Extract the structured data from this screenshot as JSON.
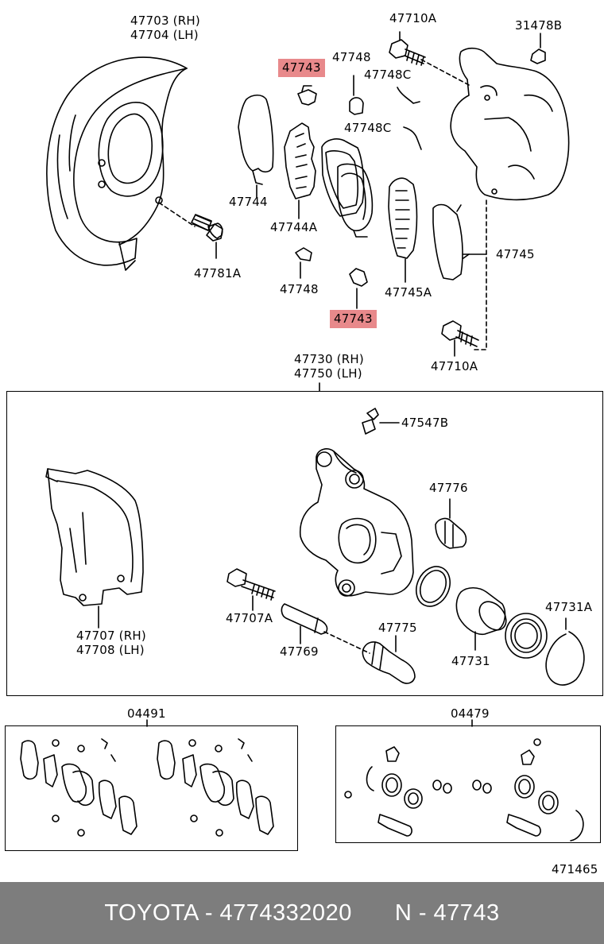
{
  "callouts": {
    "shield_code": "47703 (RH)",
    "shield_code_lh": "47704 (LH)",
    "bolt_47710a_top": "47710A",
    "plug_31478b": "31478B",
    "clip_47743_top": "47743",
    "spring_47748_top": "47748",
    "spring_47748c_a": "47748C",
    "spring_47748c_b": "47748C",
    "shim_47744": "47744",
    "shim_47744a": "47744A",
    "bolt_47781a": "47781A",
    "spring_47748_bottom": "47748",
    "clip_47743_bottom": "47743",
    "shim_47745a": "47745A",
    "shim_47745": "47745",
    "bolt_47710a_bottom": "47710A",
    "caliper_rh": "47730 (RH)",
    "caliper_lh": "47750 (LH)",
    "bleeder_47547b": "47547B",
    "boot_47776": "47776",
    "mounting_rh": "47707 (RH)",
    "mounting_lh": "47708 (LH)",
    "bolt_47707a": "47707A",
    "pin_47769": "47769",
    "boot_47775": "47775",
    "piston_47731": "47731",
    "ring_47731a": "47731A",
    "kit_04491": "04491",
    "kit_04479": "04479",
    "figure_ref": "471465"
  },
  "footer": {
    "brand_part": "TOYOTA - 4774332020",
    "number": "N - 47743"
  },
  "colors": {
    "highlight": "#e8898b",
    "footer_bg": "#7d7d7d",
    "footer_text": "#ffffff"
  }
}
